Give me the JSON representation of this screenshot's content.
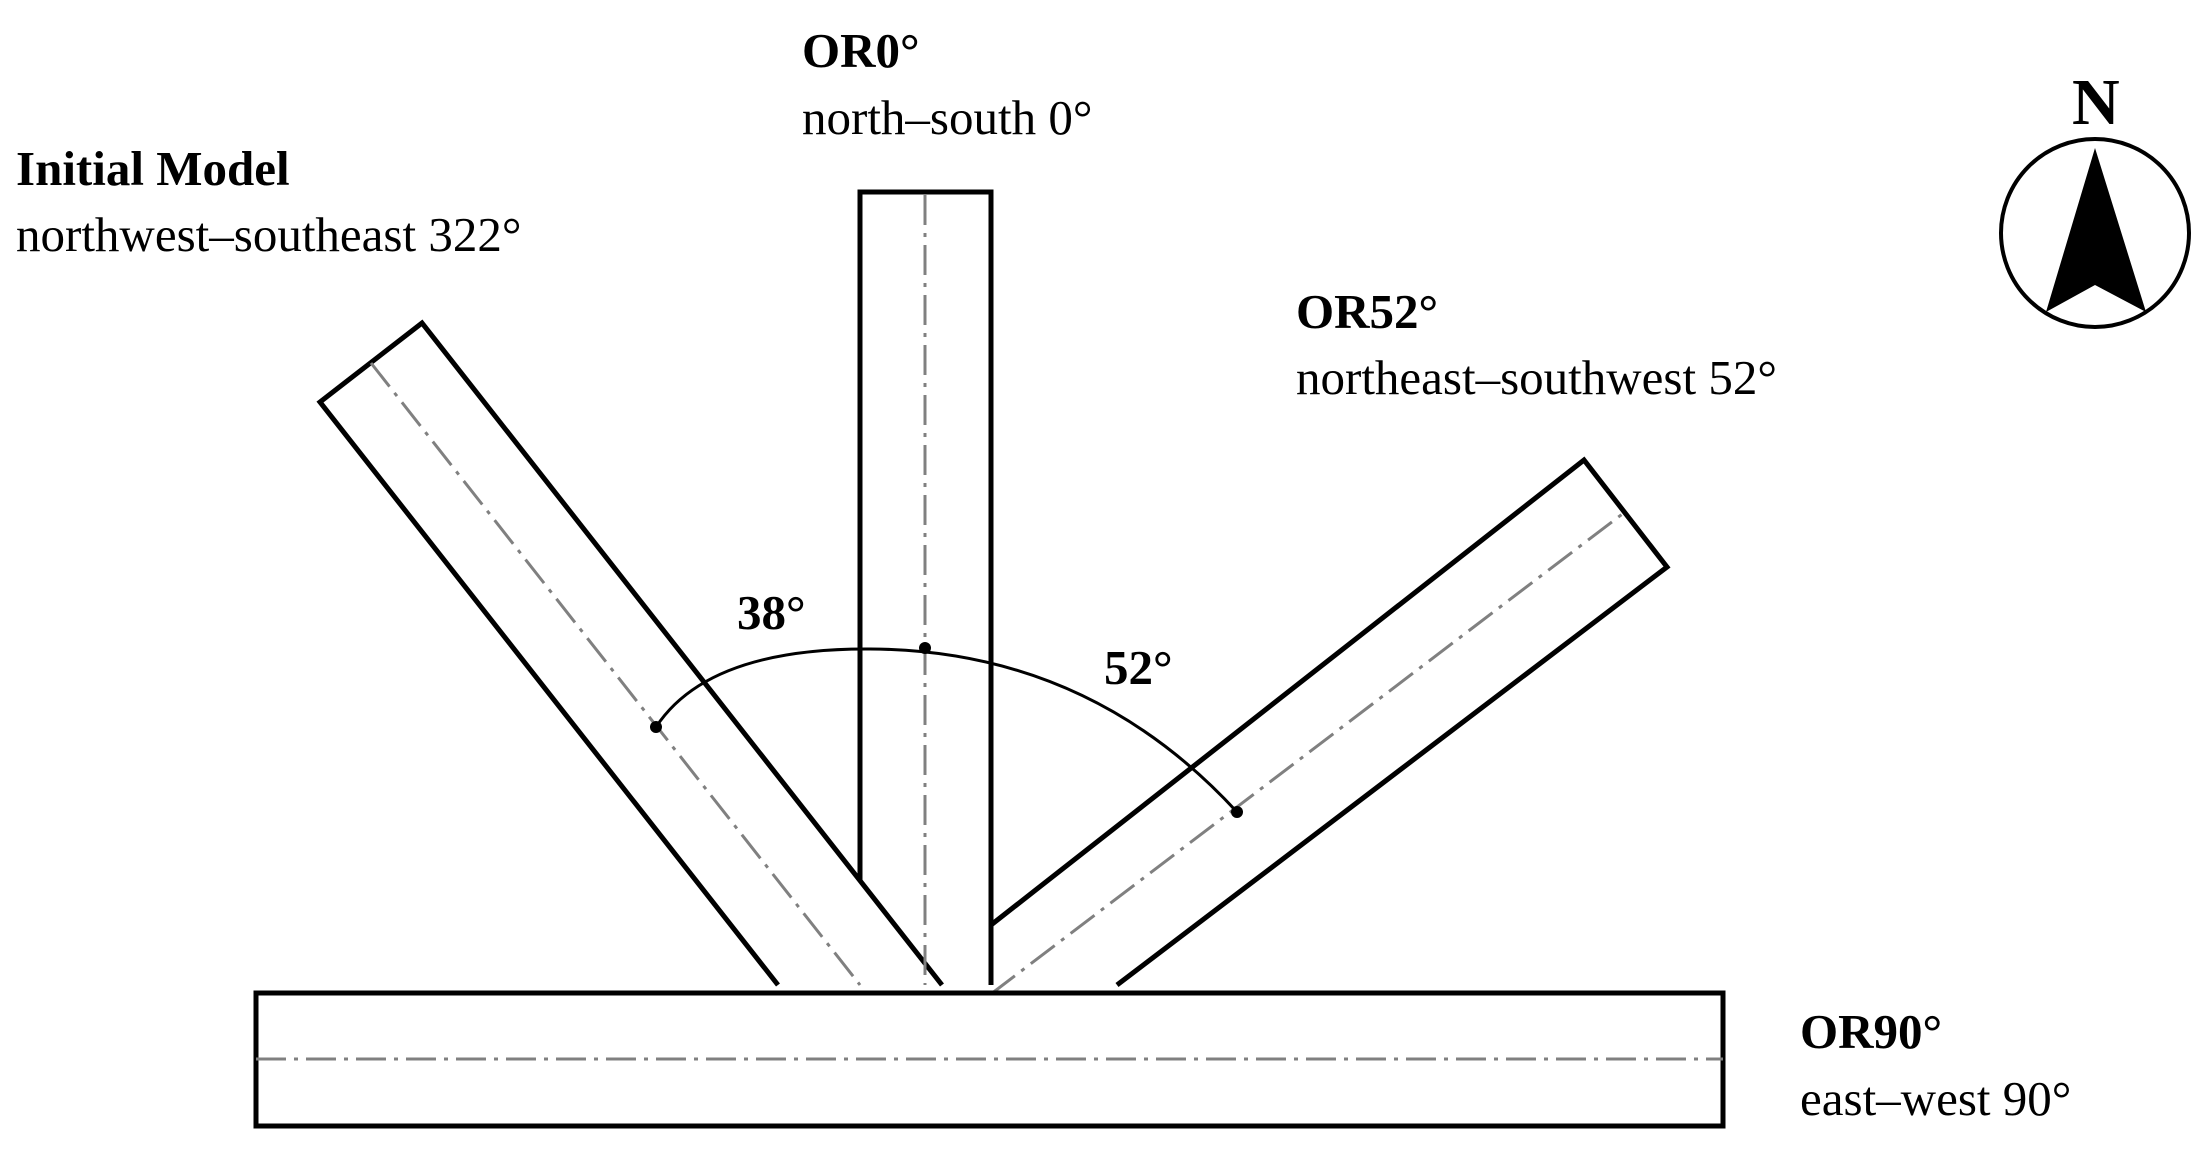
{
  "labels": {
    "or0_title": "OR0°",
    "or0_desc": "north–south 0°",
    "initial_title": "Initial  Model",
    "initial_desc": "northwest–southeast 322°",
    "or52_title": "OR52°",
    "or52_desc": "northeast–southwest 52°",
    "or90_title": "OR90°",
    "or90_desc": "east–west 90°",
    "angle_38": "38°",
    "angle_52": "52°",
    "north": "N"
  },
  "colors": {
    "stroke": "#000000",
    "centerline": "#808080",
    "background": "#ffffff"
  }
}
